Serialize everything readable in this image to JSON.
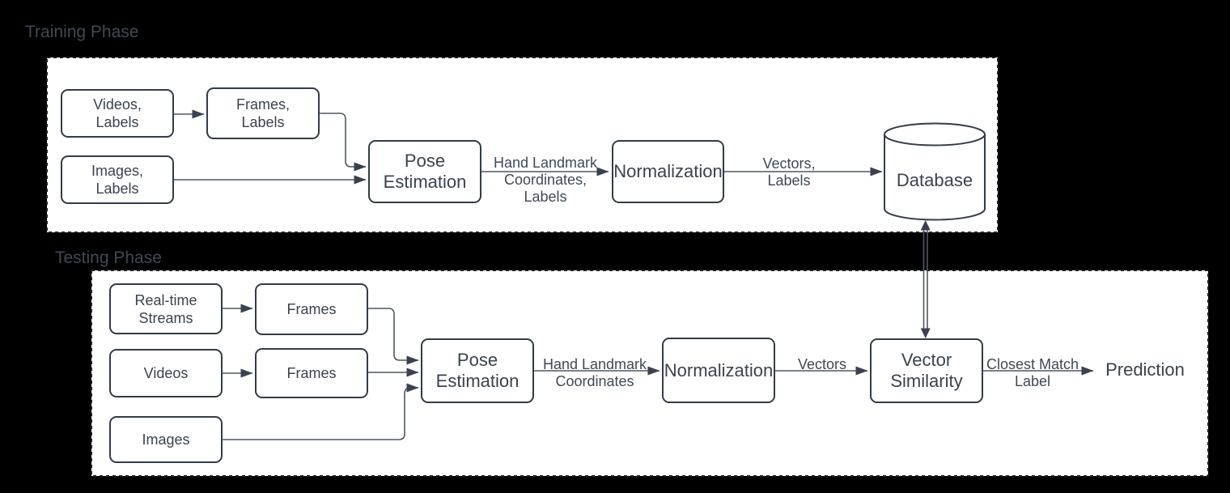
{
  "colors": {
    "background": "#000000",
    "container_fill": "#ffffff",
    "container_dash": "#1c2128",
    "node_border": "#333c48",
    "node_text": "#3a434f",
    "connector": "#4e5864",
    "arrowhead": "#39424e",
    "title_text": "#3f4a57"
  },
  "training": {
    "title": "Training Phase",
    "nodes": {
      "videos_labels": {
        "line1": "Videos,",
        "line2": "Labels"
      },
      "frames_labels": {
        "line1": "Frames,",
        "line2": "Labels"
      },
      "images_labels": {
        "line1": "Images,",
        "line2": "Labels"
      },
      "pose_estimation": {
        "line1": "Pose",
        "line2": "Estimation"
      },
      "normalization": {
        "line1": "Normalization"
      },
      "database": {
        "line1": "Database"
      }
    },
    "edge_labels": {
      "hand_landmark": {
        "line1": "Hand Landmark",
        "line2": "Coordinates,",
        "line3": "Labels"
      },
      "vectors": {
        "line1": "Vectors,",
        "line2": "Labels"
      }
    }
  },
  "testing": {
    "title": "Testing Phase",
    "nodes": {
      "realtime_streams": {
        "line1": "Real-time",
        "line2": "Streams"
      },
      "frames_top": {
        "line1": "Frames"
      },
      "videos": {
        "line1": "Videos"
      },
      "frames_bottom": {
        "line1": "Frames"
      },
      "images": {
        "line1": "Images"
      },
      "pose_estimation": {
        "line1": "Pose",
        "line2": "Estimation"
      },
      "normalization": {
        "line1": "Normalization"
      },
      "vector_similarity": {
        "line1": "Vector",
        "line2": "Similarity"
      },
      "prediction": {
        "line1": "Prediction"
      }
    },
    "edge_labels": {
      "hand_landmark": {
        "line1": "Hand Landmark",
        "line2": "Coordinates"
      },
      "vectors": {
        "line1": "Vectors"
      },
      "closest_match": {
        "line1": "Closest Match",
        "line2": "Label"
      }
    }
  }
}
